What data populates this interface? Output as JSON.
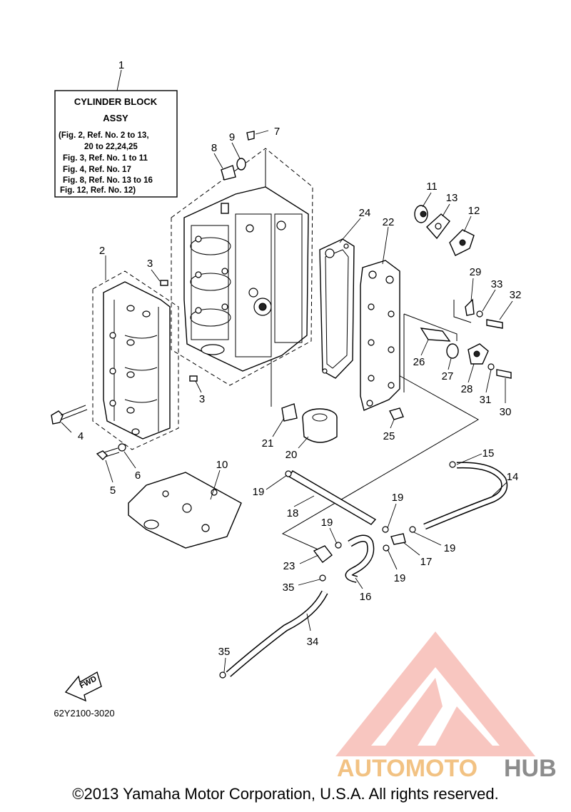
{
  "info_box": {
    "ref": "1",
    "title_line1": "CYLINDER BLOCK",
    "title_line2": "ASSY",
    "lines": [
      "(Fig. 2, Ref. No. 2 to 13,",
      "20 to 22,24,25",
      "Fig. 3, Ref. No. 1 to 11",
      "Fig. 4, Ref. No. 17",
      "Fig. 8, Ref. No. 13 to 16",
      "Fig. 12, Ref. No. 12)"
    ]
  },
  "callouts": [
    {
      "id": "c1",
      "label": "1"
    },
    {
      "id": "c2",
      "label": "2"
    },
    {
      "id": "c3a",
      "label": "3"
    },
    {
      "id": "c3b",
      "label": "3"
    },
    {
      "id": "c4",
      "label": "4"
    },
    {
      "id": "c5",
      "label": "5"
    },
    {
      "id": "c6",
      "label": "6"
    },
    {
      "id": "c7",
      "label": "7"
    },
    {
      "id": "c8",
      "label": "8"
    },
    {
      "id": "c9",
      "label": "9"
    },
    {
      "id": "c10",
      "label": "10"
    },
    {
      "id": "c11",
      "label": "11"
    },
    {
      "id": "c12",
      "label": "12"
    },
    {
      "id": "c13",
      "label": "13"
    },
    {
      "id": "c14",
      "label": "14"
    },
    {
      "id": "c15",
      "label": "15"
    },
    {
      "id": "c16",
      "label": "16"
    },
    {
      "id": "c17",
      "label": "17"
    },
    {
      "id": "c18",
      "label": "18"
    },
    {
      "id": "c19a",
      "label": "19"
    },
    {
      "id": "c19b",
      "label": "19"
    },
    {
      "id": "c19c",
      "label": "19"
    },
    {
      "id": "c19d",
      "label": "19"
    },
    {
      "id": "c19e",
      "label": "19"
    },
    {
      "id": "c20",
      "label": "20"
    },
    {
      "id": "c21",
      "label": "21"
    },
    {
      "id": "c22",
      "label": "22"
    },
    {
      "id": "c23",
      "label": "23"
    },
    {
      "id": "c24",
      "label": "24"
    },
    {
      "id": "c25",
      "label": "25"
    },
    {
      "id": "c26",
      "label": "26"
    },
    {
      "id": "c27",
      "label": "27"
    },
    {
      "id": "c28",
      "label": "28"
    },
    {
      "id": "c29",
      "label": "29"
    },
    {
      "id": "c30",
      "label": "30"
    },
    {
      "id": "c31",
      "label": "31"
    },
    {
      "id": "c32",
      "label": "32"
    },
    {
      "id": "c33",
      "label": "33"
    },
    {
      "id": "c34",
      "label": "34"
    },
    {
      "id": "c35a",
      "label": "35"
    },
    {
      "id": "c35b",
      "label": "35"
    }
  ],
  "fwd_label": "FWD",
  "drawing_code": "62Y2100-3020",
  "watermark": {
    "text_part1": "AUTOMOTO",
    "text_part2": "HUB",
    "color_primary": "#f4a39a",
    "color_accent": "#f2c283",
    "color_dark": "#8c8c8c"
  },
  "copyright": "©2013 Yamaha Motor Corporation, U.S.A. All rights reserved."
}
